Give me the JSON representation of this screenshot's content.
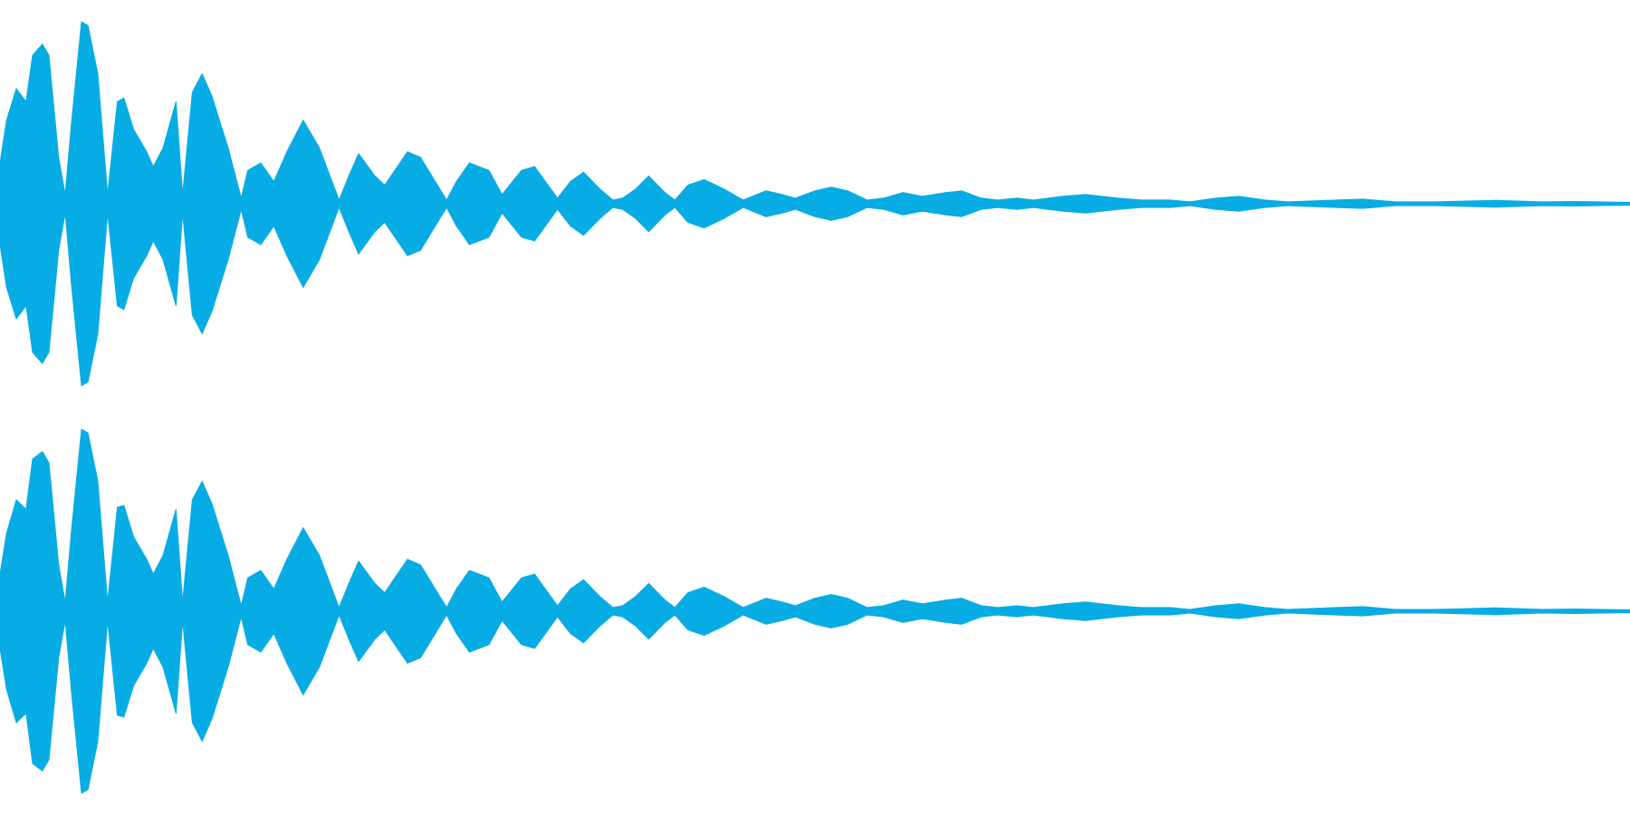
{
  "colors": {
    "background": "#ffffff",
    "waveform": "#08ace4"
  },
  "channels": [
    {
      "channel": "left",
      "envelope": [
        [
          0.0,
          0.22
        ],
        [
          0.004,
          0.45
        ],
        [
          0.01,
          0.62
        ],
        [
          0.016,
          0.55
        ],
        [
          0.02,
          0.8
        ],
        [
          0.026,
          0.86
        ],
        [
          0.03,
          0.8
        ],
        [
          0.036,
          0.25
        ],
        [
          0.04,
          0.05
        ],
        [
          0.044,
          0.45
        ],
        [
          0.05,
          0.98
        ],
        [
          0.054,
          0.96
        ],
        [
          0.06,
          0.7
        ],
        [
          0.066,
          0.05
        ],
        [
          0.072,
          0.55
        ],
        [
          0.076,
          0.57
        ],
        [
          0.082,
          0.4
        ],
        [
          0.09,
          0.28
        ],
        [
          0.094,
          0.2
        ],
        [
          0.1,
          0.3
        ],
        [
          0.108,
          0.55
        ],
        [
          0.112,
          0.05
        ],
        [
          0.118,
          0.6
        ],
        [
          0.124,
          0.7
        ],
        [
          0.13,
          0.58
        ],
        [
          0.14,
          0.3
        ],
        [
          0.148,
          0.03
        ],
        [
          0.152,
          0.18
        ],
        [
          0.16,
          0.22
        ],
        [
          0.168,
          0.12
        ],
        [
          0.176,
          0.28
        ],
        [
          0.186,
          0.45
        ],
        [
          0.196,
          0.3
        ],
        [
          0.208,
          0.02
        ],
        [
          0.214,
          0.15
        ],
        [
          0.22,
          0.27
        ],
        [
          0.23,
          0.15
        ],
        [
          0.236,
          0.1
        ],
        [
          0.25,
          0.28
        ],
        [
          0.258,
          0.25
        ],
        [
          0.274,
          0.02
        ],
        [
          0.28,
          0.12
        ],
        [
          0.288,
          0.22
        ],
        [
          0.3,
          0.18
        ],
        [
          0.308,
          0.05
        ],
        [
          0.32,
          0.18
        ],
        [
          0.328,
          0.2
        ],
        [
          0.342,
          0.03
        ],
        [
          0.35,
          0.12
        ],
        [
          0.358,
          0.17
        ],
        [
          0.368,
          0.08
        ],
        [
          0.376,
          0.02
        ],
        [
          0.382,
          0.03
        ],
        [
          0.39,
          0.08
        ],
        [
          0.398,
          0.15
        ],
        [
          0.408,
          0.06
        ],
        [
          0.414,
          0.02
        ],
        [
          0.422,
          0.1
        ],
        [
          0.432,
          0.13
        ],
        [
          0.444,
          0.08
        ],
        [
          0.456,
          0.02
        ],
        [
          0.47,
          0.07
        ],
        [
          0.48,
          0.05
        ],
        [
          0.488,
          0.03
        ],
        [
          0.5,
          0.07
        ],
        [
          0.51,
          0.09
        ],
        [
          0.52,
          0.07
        ],
        [
          0.532,
          0.02
        ],
        [
          0.542,
          0.03
        ],
        [
          0.554,
          0.06
        ],
        [
          0.566,
          0.04
        ],
        [
          0.58,
          0.06
        ],
        [
          0.59,
          0.07
        ],
        [
          0.602,
          0.03
        ],
        [
          0.612,
          0.02
        ],
        [
          0.624,
          0.03
        ],
        [
          0.634,
          0.02
        ],
        [
          0.652,
          0.04
        ],
        [
          0.666,
          0.05
        ],
        [
          0.686,
          0.03
        ],
        [
          0.7,
          0.02
        ],
        [
          0.718,
          0.02
        ],
        [
          0.73,
          0.01
        ],
        [
          0.746,
          0.03
        ],
        [
          0.76,
          0.04
        ],
        [
          0.776,
          0.02
        ],
        [
          0.79,
          0.01
        ],
        [
          0.82,
          0.02
        ],
        [
          0.836,
          0.025
        ],
        [
          0.856,
          0.01
        ],
        [
          0.88,
          0.01
        ],
        [
          0.918,
          0.018
        ],
        [
          0.946,
          0.01
        ],
        [
          0.966,
          0.012
        ],
        [
          1.0,
          0.008
        ]
      ]
    },
    {
      "channel": "right",
      "envelope": [
        [
          0.0,
          0.2
        ],
        [
          0.004,
          0.42
        ],
        [
          0.01,
          0.6
        ],
        [
          0.016,
          0.55
        ],
        [
          0.02,
          0.82
        ],
        [
          0.026,
          0.86
        ],
        [
          0.03,
          0.8
        ],
        [
          0.036,
          0.25
        ],
        [
          0.04,
          0.05
        ],
        [
          0.044,
          0.45
        ],
        [
          0.05,
          0.98
        ],
        [
          0.054,
          0.96
        ],
        [
          0.06,
          0.7
        ],
        [
          0.066,
          0.05
        ],
        [
          0.072,
          0.56
        ],
        [
          0.076,
          0.57
        ],
        [
          0.082,
          0.4
        ],
        [
          0.09,
          0.28
        ],
        [
          0.094,
          0.2
        ],
        [
          0.1,
          0.3
        ],
        [
          0.108,
          0.55
        ],
        [
          0.112,
          0.05
        ],
        [
          0.118,
          0.6
        ],
        [
          0.124,
          0.7
        ],
        [
          0.13,
          0.58
        ],
        [
          0.14,
          0.3
        ],
        [
          0.148,
          0.03
        ],
        [
          0.152,
          0.18
        ],
        [
          0.16,
          0.22
        ],
        [
          0.168,
          0.12
        ],
        [
          0.176,
          0.28
        ],
        [
          0.186,
          0.45
        ],
        [
          0.196,
          0.3
        ],
        [
          0.208,
          0.02
        ],
        [
          0.214,
          0.15
        ],
        [
          0.22,
          0.27
        ],
        [
          0.23,
          0.15
        ],
        [
          0.236,
          0.1
        ],
        [
          0.25,
          0.28
        ],
        [
          0.258,
          0.25
        ],
        [
          0.274,
          0.02
        ],
        [
          0.28,
          0.12
        ],
        [
          0.288,
          0.22
        ],
        [
          0.3,
          0.18
        ],
        [
          0.308,
          0.05
        ],
        [
          0.32,
          0.18
        ],
        [
          0.328,
          0.2
        ],
        [
          0.342,
          0.03
        ],
        [
          0.35,
          0.12
        ],
        [
          0.358,
          0.17
        ],
        [
          0.368,
          0.08
        ],
        [
          0.376,
          0.02
        ],
        [
          0.382,
          0.03
        ],
        [
          0.39,
          0.08
        ],
        [
          0.398,
          0.15
        ],
        [
          0.408,
          0.06
        ],
        [
          0.414,
          0.02
        ],
        [
          0.422,
          0.1
        ],
        [
          0.432,
          0.13
        ],
        [
          0.444,
          0.08
        ],
        [
          0.456,
          0.02
        ],
        [
          0.47,
          0.07
        ],
        [
          0.48,
          0.05
        ],
        [
          0.488,
          0.03
        ],
        [
          0.5,
          0.07
        ],
        [
          0.51,
          0.09
        ],
        [
          0.52,
          0.07
        ],
        [
          0.532,
          0.02
        ],
        [
          0.542,
          0.03
        ],
        [
          0.554,
          0.06
        ],
        [
          0.566,
          0.04
        ],
        [
          0.58,
          0.06
        ],
        [
          0.59,
          0.07
        ],
        [
          0.602,
          0.03
        ],
        [
          0.612,
          0.02
        ],
        [
          0.624,
          0.03
        ],
        [
          0.634,
          0.02
        ],
        [
          0.652,
          0.04
        ],
        [
          0.666,
          0.05
        ],
        [
          0.686,
          0.03
        ],
        [
          0.7,
          0.02
        ],
        [
          0.718,
          0.02
        ],
        [
          0.73,
          0.01
        ],
        [
          0.746,
          0.03
        ],
        [
          0.76,
          0.04
        ],
        [
          0.776,
          0.02
        ],
        [
          0.79,
          0.01
        ],
        [
          0.82,
          0.02
        ],
        [
          0.836,
          0.025
        ],
        [
          0.856,
          0.01
        ],
        [
          0.88,
          0.01
        ],
        [
          0.918,
          0.018
        ],
        [
          0.946,
          0.01
        ],
        [
          0.966,
          0.012
        ],
        [
          1.0,
          0.008
        ]
      ]
    }
  ]
}
